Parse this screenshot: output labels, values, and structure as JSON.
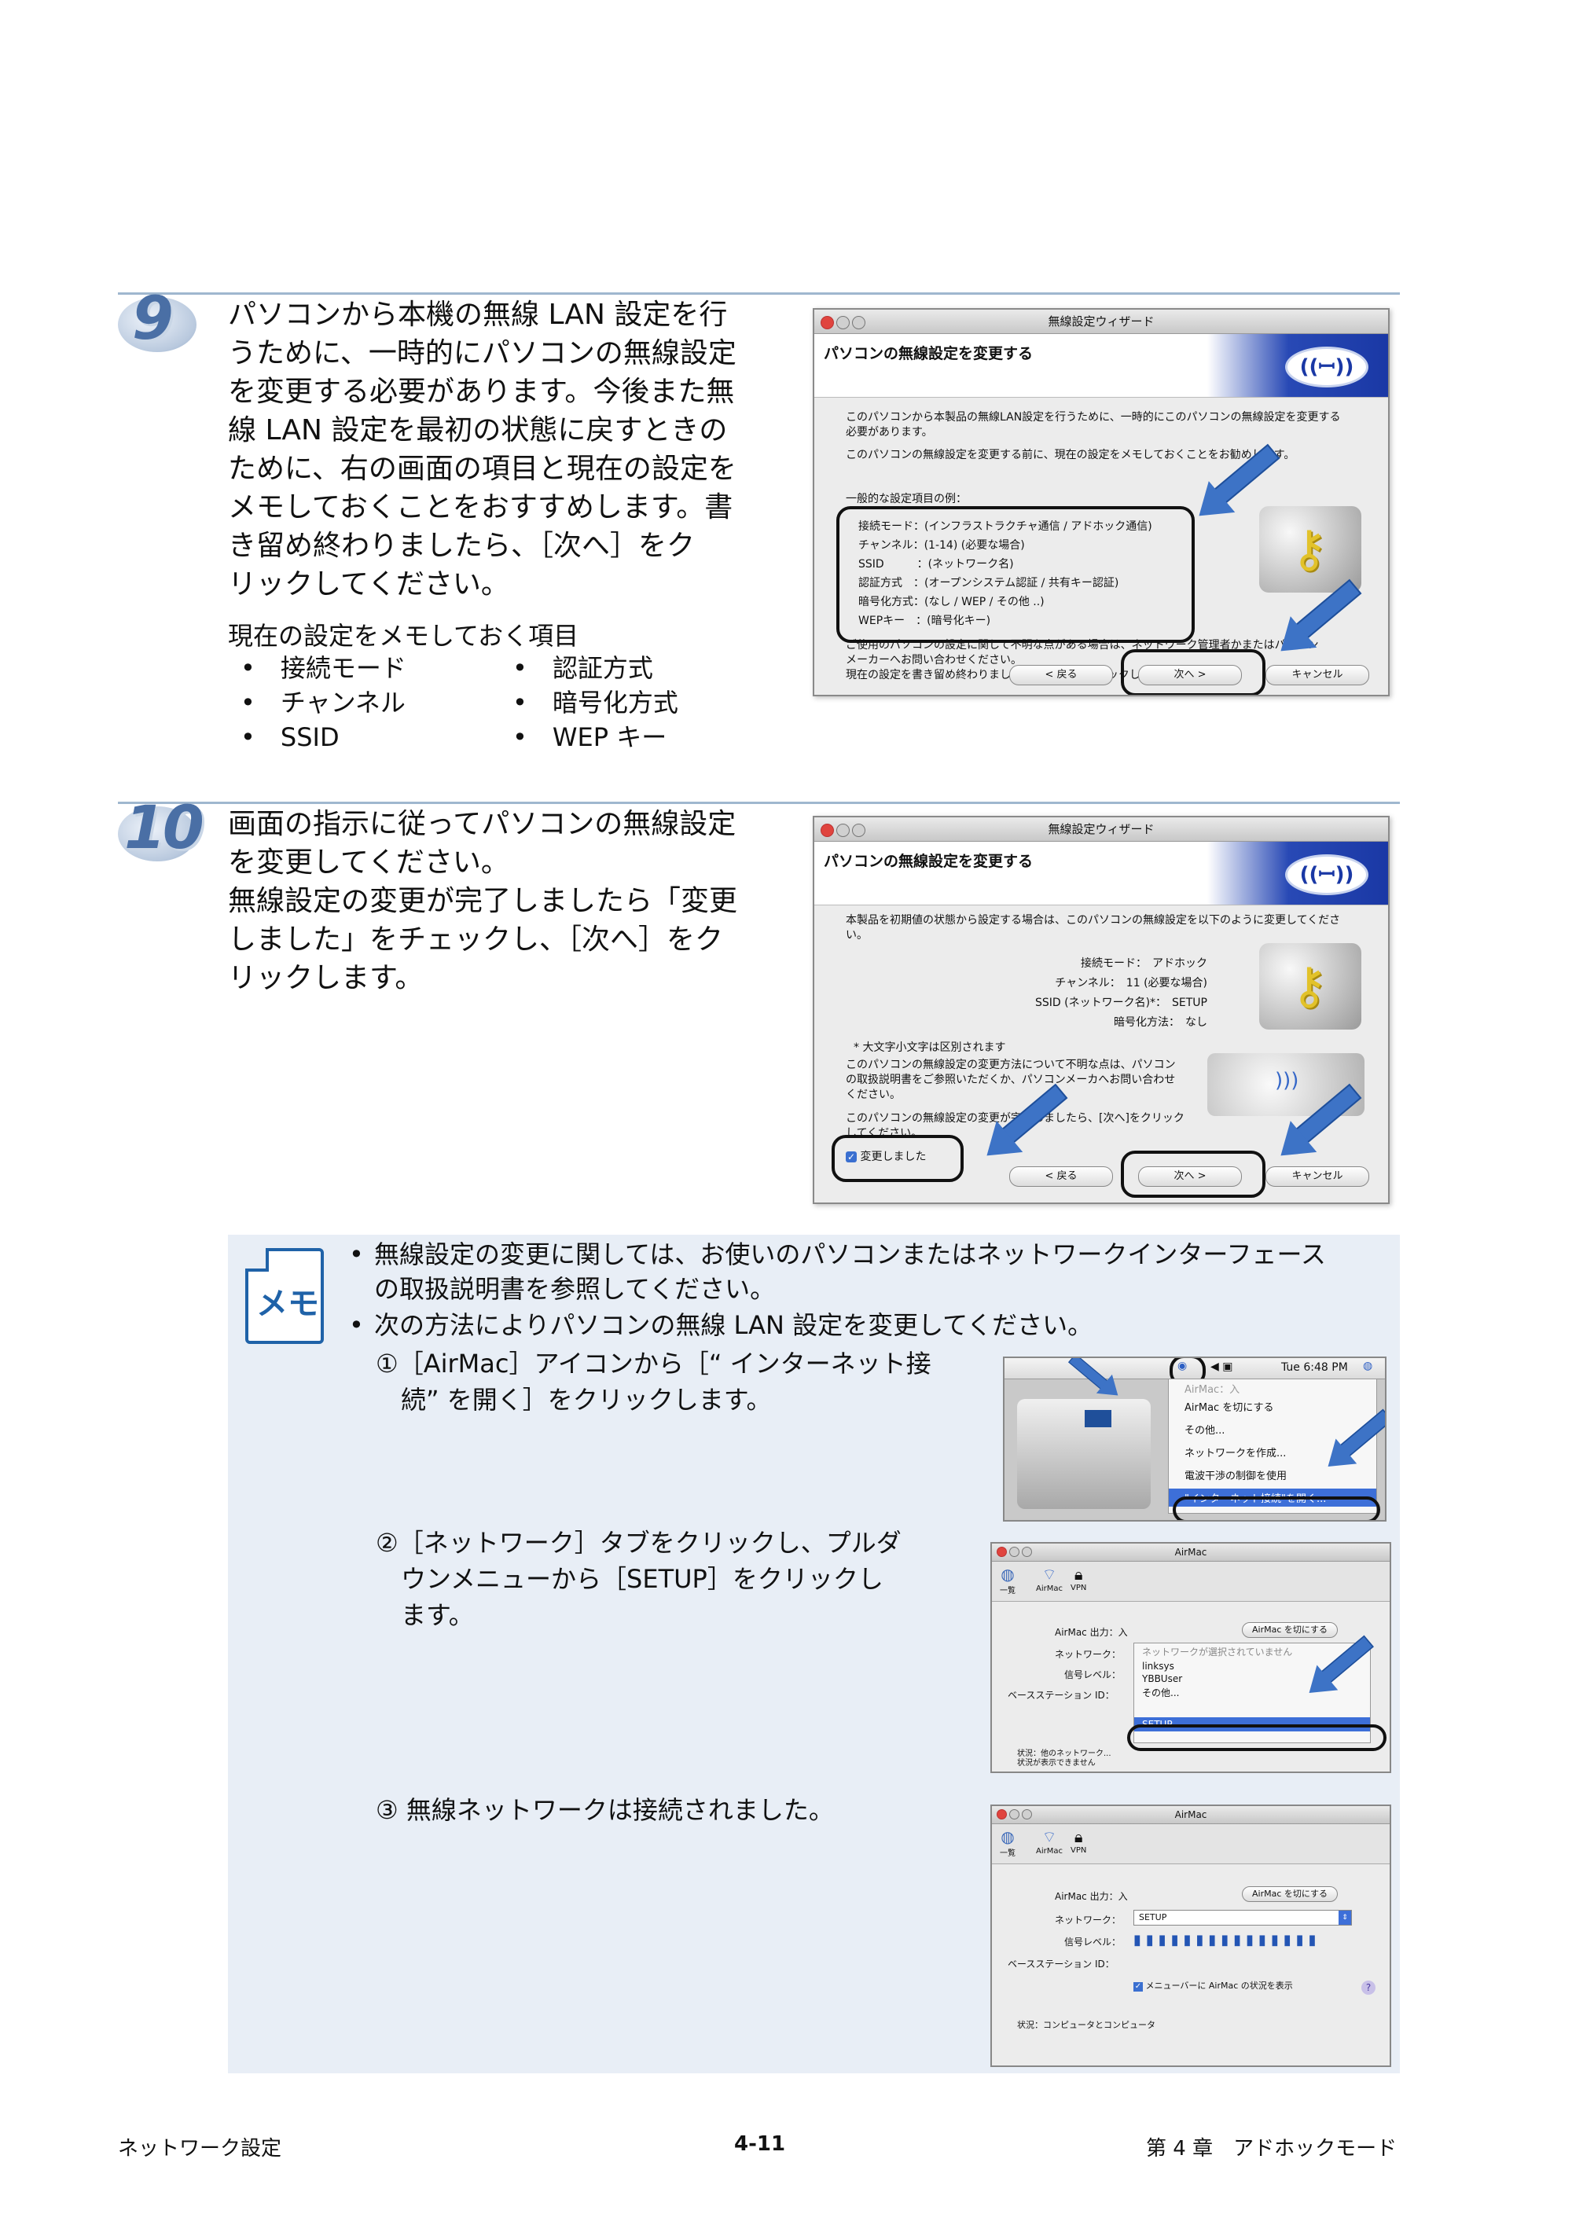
{
  "step9": {
    "number": "9",
    "text": "パソコンから本機の無線 LAN 設定を行\nうために、一時的にパソコンの無線設定\nを変更する必要があります。今後また無\n線 LAN 設定を最初の状態に戻すときの\nために、右の画面の項目と現在の設定を\nメモしておくことをおすすめします。書\nき留め終わりましたら、［次へ］をク\nリックしてください。",
    "memo_heading": "現在の設定をメモしておく項目",
    "items_left": [
      "接続モード",
      "チャンネル",
      "SSID"
    ],
    "items_right": [
      "認証方式",
      "暗号化方式",
      "WEP キー"
    ],
    "dialog": {
      "window_title": "無線設定ウィザード",
      "header": "パソコンの無線設定を変更する",
      "logo": "((ꟷ))",
      "para1": "このパソコンから本製品の無線LAN設定を行うために、一時的にこのパソコンの無線設定を変更する\n必要があります。",
      "para2": "このパソコンの無線設定を変更する前に、現在の設定をメモしておくことをお勧めします。",
      "example_label": "一般的な設定項目の例：",
      "settings": "接続モード：(インフラストラクチャ通信 / アドホック通信)\nチャンネル：(1-14) (必要な場合)\nSSID　　　：(ネットワーク名)\n認証方式　：(オープンシステム認証 / 共有キー認証)\n暗号化方式：(なし / WEP / その他 ..)\nWEPキー　：(暗号化キー)",
      "para3": "ご使用のパソコンの設定に関して不明な点がある場合は、ネットワーク管理者かまたはパソコン\nメーカーへお問い合わせください。",
      "para4": "現在の設定を書き留め終わりましたら、[次へ]をクリックしてください。",
      "back": "< 戻る",
      "next": "次へ >",
      "cancel": "キャンセル"
    }
  },
  "step10": {
    "number": "10",
    "text": "画面の指示に従ってパソコンの無線設定\nを変更してください。\n無線設定の変更が完了しましたら「変更\nしました」をチェックし、［次へ］をク\nリックします。",
    "dialog": {
      "window_title": "無線設定ウィザード",
      "header": "パソコンの無線設定を変更する",
      "para1": "本製品を初期値の状態から設定する場合は、このパソコンの無線設定を以下のように変更してくださ\nい。",
      "settings": "接続モード：　アドホック\nチャンネル：　11 (必要な場合)\nSSID (ネットワーク名)*：　SETUP\n暗号化方法：　なし",
      "note": "* 大文字小文字は区別されます",
      "para2": "このパソコンの無線設定の変更方法について不明な点は、パソコン\nの取扱説明書をご参照いただくか、パソコンメーカへお問い合わせ\nください。",
      "para3": "このパソコンの無線設定の変更が完了しましたら、[次へ]をクリック\nしてください。",
      "checkbox": "変更しました",
      "back": "< 戻る",
      "next": "次へ >",
      "cancel": "キャンセル"
    }
  },
  "memo": {
    "icon_label": "メモ",
    "bullet1": "無線設定の変更に関しては、お使いのパソコンまたはネットワークインターフェース\nの取扱説明書を参照してください。",
    "bullet2": "次の方法によりパソコンの無線 LAN 設定を変更してください。",
    "sub1": "①［AirMac］アイコンから［“ インターネット接\n　続” を開く］をクリックします。",
    "sub2": "②［ネットワーク］タブをクリックし、プルダ\n　ウンメニューから［SETUP］をクリックし\n　ます。",
    "sub3": "③ 無線ネットワークは接続されました。",
    "shot1": {
      "menubar_time": "Tue 6:48 PM",
      "menu_items": [
        "AirMac：入",
        "AirMac を切にする",
        "その他...",
        "ネットワークを作成...",
        "電波干渉の制御を使用",
        "\"インターネット接続\"を開く..."
      ]
    },
    "shot2": {
      "title": "AirMac",
      "tabs": [
        "一覧",
        "AirMac",
        "VPN"
      ],
      "power_label": "AirMac 出力：入",
      "power_button": "AirMac を切にする",
      "network_label": "ネットワーク：",
      "signal_label": "信号レベル：",
      "base_label": "ベースステーション ID：",
      "dropdown": [
        "ネットワークが選択されていません",
        "linksys",
        "YBBUser",
        "その他...",
        "SETUP"
      ],
      "status": "状況：他のネットワーク...\n状況が表示できません"
    },
    "shot3": {
      "title": "AirMac",
      "tabs": [
        "一覧",
        "AirMac",
        "VPN"
      ],
      "power_label": "AirMac 出力：入",
      "power_button": "AirMac を切にする",
      "network_label": "ネットワーク：",
      "network_value": "SETUP",
      "signal_label": "信号レベル：",
      "signal_bars": "▮▮▮▮▮▮▮▮▮▮▮▮▮▮▮",
      "base_label": "ベースステーション ID：",
      "checkbox": "メニューバーに AirMac の状況を表示",
      "status": "状況：コンピュータとコンピュータ"
    }
  },
  "footer": {
    "left": "ネットワーク設定",
    "center": "4-11",
    "right": "第 4 章　アドホックモード"
  }
}
